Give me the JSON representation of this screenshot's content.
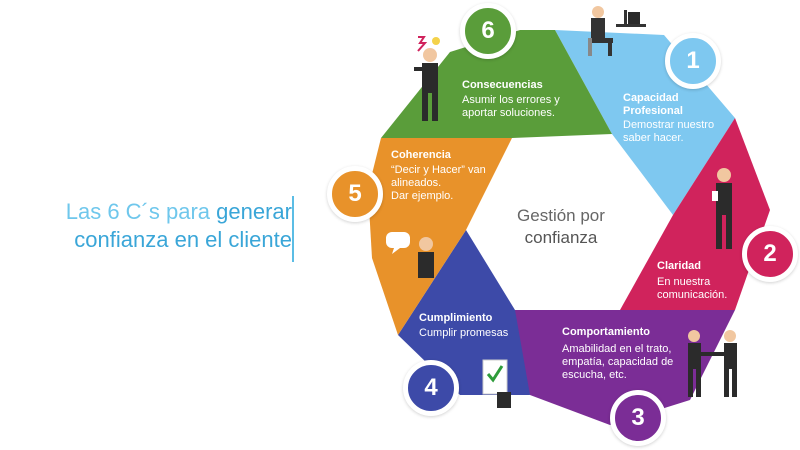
{
  "title": {
    "line1_light": "Las 6 C´s para",
    "line1_strong": "generar",
    "line2": "confianza en el cliente"
  },
  "center": {
    "line1": "Gestión por",
    "line2": "confianza"
  },
  "colors": {
    "capacidad": "#7ec8f0",
    "claridad": "#d0235c",
    "comportamiento": "#7b2d96",
    "cumplimiento": "#3d4aa8",
    "coherencia": "#e8922a",
    "consecuencias": "#5a9d3a",
    "title": "#5bbde5"
  },
  "segments": [
    {
      "number": "1",
      "title": "Capacidad\nProfesional",
      "desc": "Demostrar nuestro\nsaber hacer."
    },
    {
      "number": "2",
      "title": "Claridad",
      "desc": "En nuestra\ncomunicación."
    },
    {
      "number": "3",
      "title": "Comportamiento",
      "desc": "Amabilidad en el trato,\nempatía,  capacidad de\nescucha, etc."
    },
    {
      "number": "4",
      "title": "Cumplimiento",
      "desc": "Cumplir promesas"
    },
    {
      "number": "5",
      "title": "Coherencia",
      "desc": "“Decir y Hacer” van\nalineados.\nDar ejemplo."
    },
    {
      "number": "6",
      "title": "Consecuencias",
      "desc": "Asumir los errores y\naportar soluciones."
    }
  ],
  "icons": [
    "person-at-desk-icon",
    "person-with-bulb-icon",
    "person-phone-icon",
    "handshake-icon",
    "checklist-icon",
    "speech-bubble-icon"
  ]
}
